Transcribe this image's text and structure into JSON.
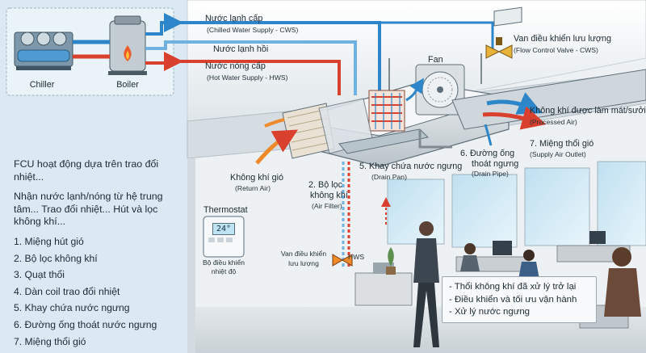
{
  "legend": {
    "chiller": "Chiller",
    "boiler": "Boiler"
  },
  "pipes": {
    "cws_title": "Nước lạnh cấp",
    "cws_sub": "(Chilled Water Supply - CWS)",
    "return_title": "Nước lạnh hồi",
    "hws_title": "Nước nóng cấp",
    "hws_sub": "(Hot Water Supply - HWS)"
  },
  "unit": {
    "fan": "Fan",
    "valve_title": "Van điều khiển lưu lượng",
    "valve_sub": "(Flow Control Valve - CWS)",
    "processed_title": "Không khí được làm mát/sưởi",
    "processed_sub": "(Processed Air)",
    "outlet_title": "7. Miệng thổi gió",
    "outlet_sub": "(Supply Air Outlet)",
    "drain_pipe_1": "6. Đường ống",
    "drain_pipe_2": "thoát ngưng",
    "drain_pipe_3": "(Drain Pipe)",
    "drain_pan_title": "5. Khay chứa nước ngưng",
    "drain_pan_sub": "(Drain Pan)",
    "return_air_title": "Không khí gió",
    "return_air_sub": "(Return Air)",
    "filter_1": "2. Bộ lọc",
    "filter_2": "không khí",
    "filter_3": "(Air Filter)"
  },
  "room": {
    "thermostat_title": "Thermostat",
    "thermostat_display": "24°",
    "thermostat_caption_1": "Bộ điều khiển",
    "thermostat_caption_2": "nhiệt độ",
    "valve_room_1": "Van điều khiển",
    "valve_room_2": "lưu lượng",
    "hws_tag": "HWS"
  },
  "intro": {
    "para1": "FCU hoạt động dựa trên trao đổi nhiệt...",
    "para2": "Nhận nước lạnh/nóng từ hệ trung tâm... Trao đổi nhiệt... Hút và lọc không khí..."
  },
  "steps": [
    "1. Miệng hút gió",
    "2. Bộ lọc không khí",
    "3. Quạt thổi",
    "4. Dàn coil trao đổi nhiệt",
    "5. Khay chứa nước ngưng",
    "6. Đường ống thoát nước ngưng",
    "7. Miệng thổi gió"
  ],
  "notes": [
    "- Thổi không khí đã xử lý trở lại",
    "- Điều khiển và tối ưu vận hành",
    "- Xử lý nước ngưng"
  ],
  "colors": {
    "cold": "#2d86c9",
    "hot": "#d9402e",
    "panel": "#dbe9f2",
    "accent_orange": "#ee8a2a"
  }
}
